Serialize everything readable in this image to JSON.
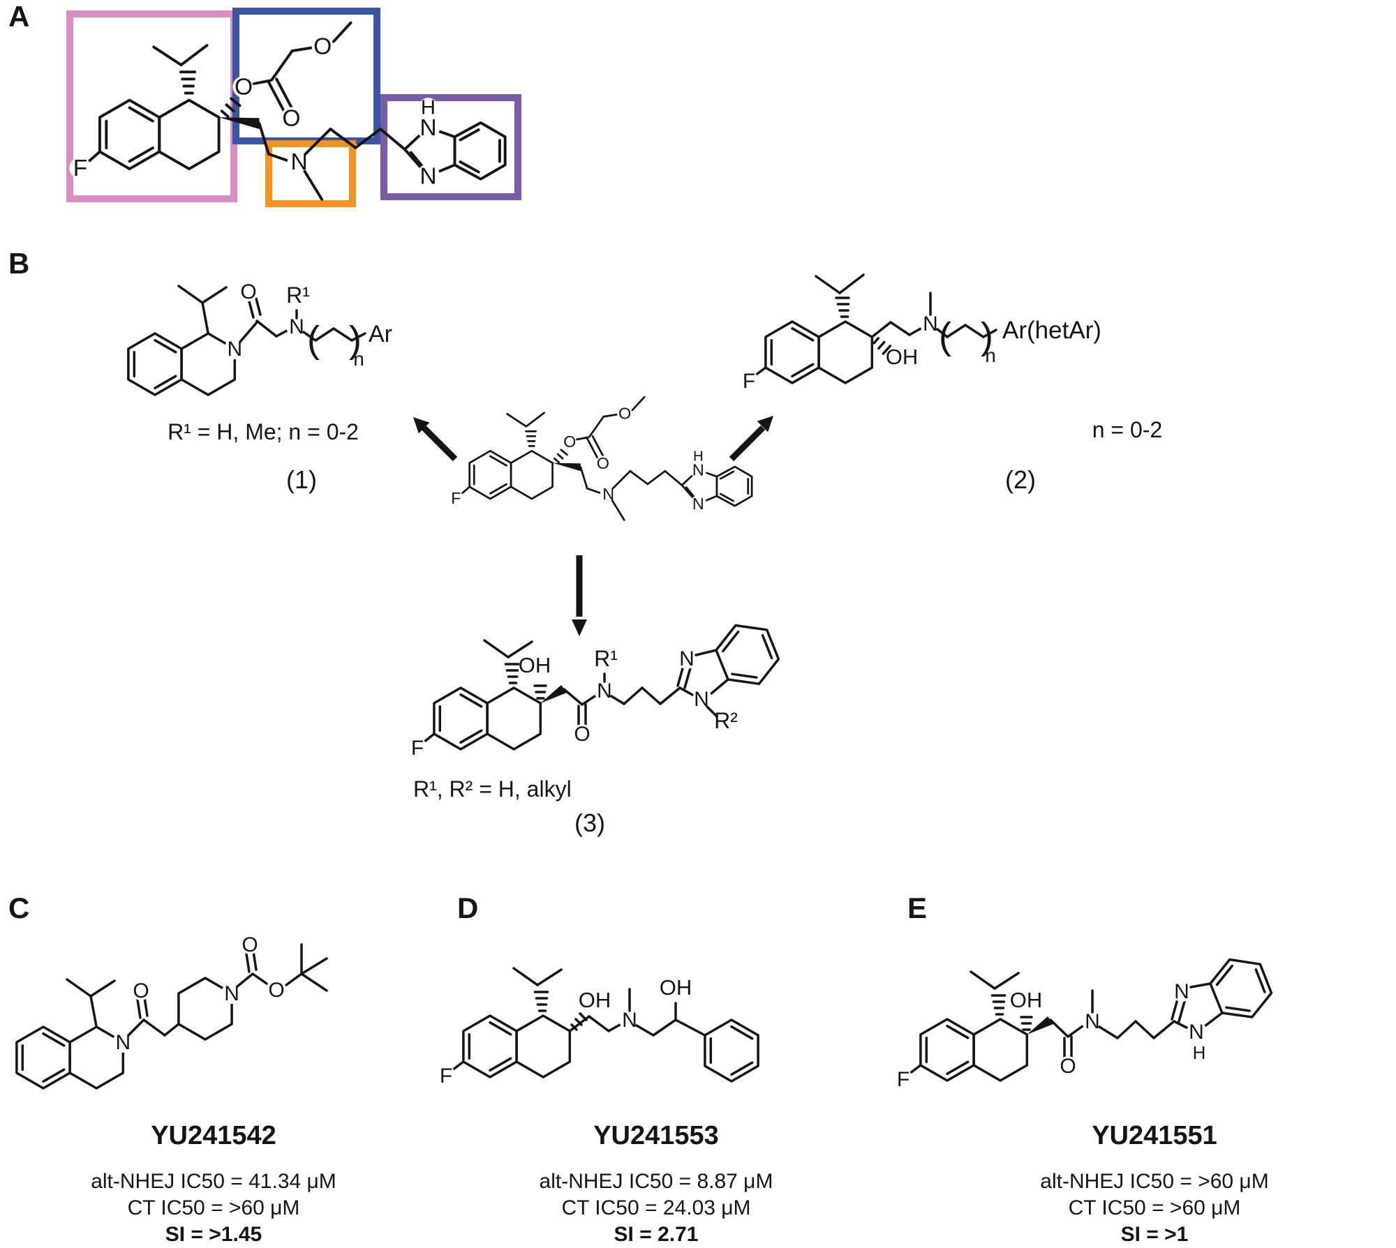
{
  "panel_a": {
    "label": "A"
  },
  "panel_b": {
    "label": "B",
    "s1": {
      "note": "R¹ = H, Me; n = 0-2",
      "num": "(1)",
      "ar": "Ar",
      "n": "n",
      "r1": "R¹"
    },
    "s2": {
      "note": "n = 0-2",
      "num": "(2)",
      "ar": "Ar(hetAr)",
      "n": "n"
    },
    "s3": {
      "note": "R¹, R² = H, alkyl",
      "num": "(3)",
      "r1": "R¹",
      "r2": "R²"
    }
  },
  "panel_c": {
    "label": "C",
    "name": "YU241542",
    "alt_nhej": "alt-NHEJ IC50 = 41.34 μM",
    "ct": "CT IC50 = >60 μM",
    "si": "SI = >1.45"
  },
  "panel_d": {
    "label": "D",
    "name": "YU241553",
    "alt_nhej": "alt-NHEJ IC50 = 8.87 μM",
    "ct": "CT IC50 = 24.03 μM",
    "si": "SI = 2.71"
  },
  "panel_e": {
    "label": "E",
    "name": "YU241551",
    "alt_nhej": "alt-NHEJ IC50 = >60 μM",
    "ct": "CT IC50 = >60 μM",
    "si": "SI = >1"
  },
  "atoms": {
    "N": "N",
    "O": "O",
    "F": "F",
    "H": "H",
    "OH": "OH",
    "open_paren": "(",
    "close_paren": ")"
  },
  "colors": {
    "pink": "#DB8DC3",
    "blue": "#3A55A5",
    "orange": "#F6921E",
    "purple": "#7A5BA8"
  }
}
